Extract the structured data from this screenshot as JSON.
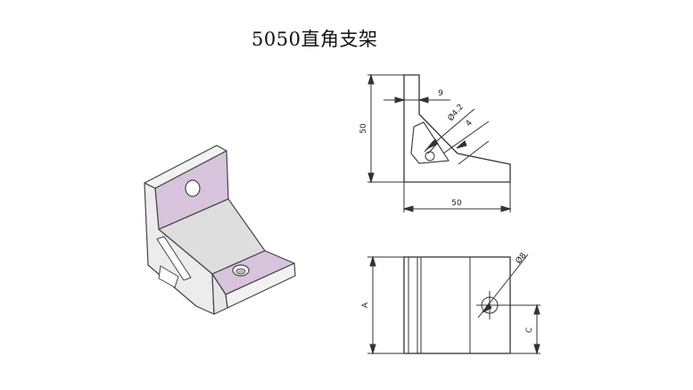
{
  "title": "5050直角支架",
  "side_view": {
    "height_label": "50",
    "width_label": "50",
    "offset_label": "9",
    "hole_label": "Ø4.2",
    "thickness_label": "4"
  },
  "top_view": {
    "hole_label": "Ø8",
    "length_label": "A",
    "position_label": "C"
  },
  "colors": {
    "face_pink": "#d8c3dd",
    "face_gray": "#dedede",
    "face_light": "#ececec",
    "line": "#333333"
  }
}
